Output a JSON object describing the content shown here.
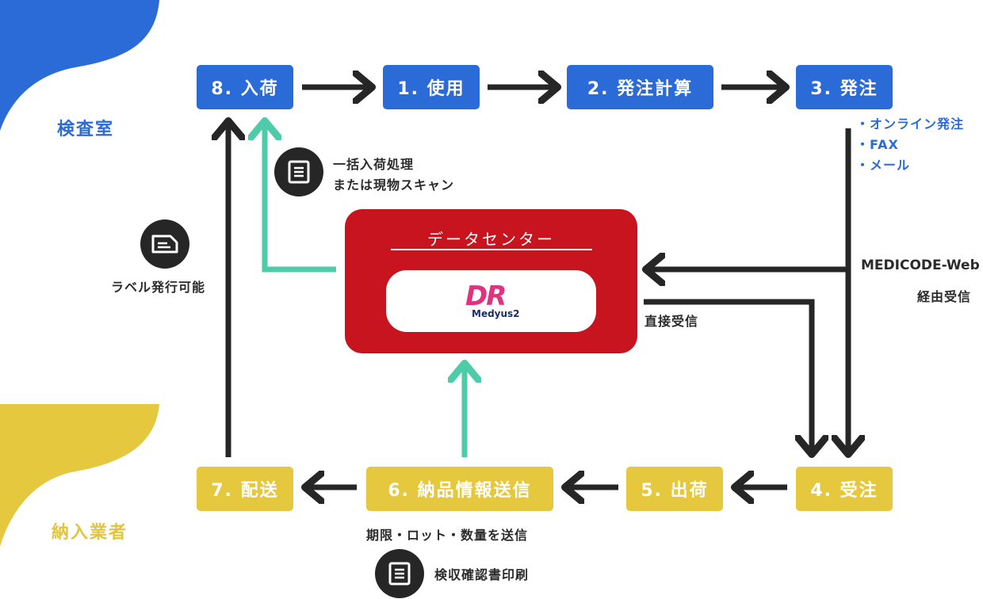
{
  "zones": {
    "lab": "検査室",
    "vendor": "納入業者"
  },
  "steps": {
    "s8": "8. 入荷",
    "s1": "1. 使用",
    "s2": "2. 発注計算",
    "s3": "3. 発注",
    "s4": "4. 受注",
    "s5": "5. 出荷",
    "s6": "6. 納品情報送信",
    "s7": "7. 配送"
  },
  "order_methods": [
    "・オンライン発注",
    "・FAX",
    "・メール"
  ],
  "notes": {
    "bulk_line1": "一括入荷処理",
    "bulk_line2": "または現物スキャン",
    "label_print": "ラベル発行可能",
    "medicode_line1": "MEDICODE-Web",
    "medicode_line2": "経由受信",
    "direct": "直接受信",
    "delivery_info": "期限・ロット・数量を送信",
    "inspection": "検収確認書印刷"
  },
  "datacenter": {
    "title": "データセンター",
    "logo_letters": "DR",
    "logo_name": "Medyus2"
  },
  "colors": {
    "blue": "#2a6bd8",
    "yellow": "#e5c83e",
    "red": "#c8141e",
    "teal": "#4ecba8",
    "dark": "#262626"
  },
  "icons": [
    "document-icon",
    "label-icon",
    "document-icon"
  ]
}
